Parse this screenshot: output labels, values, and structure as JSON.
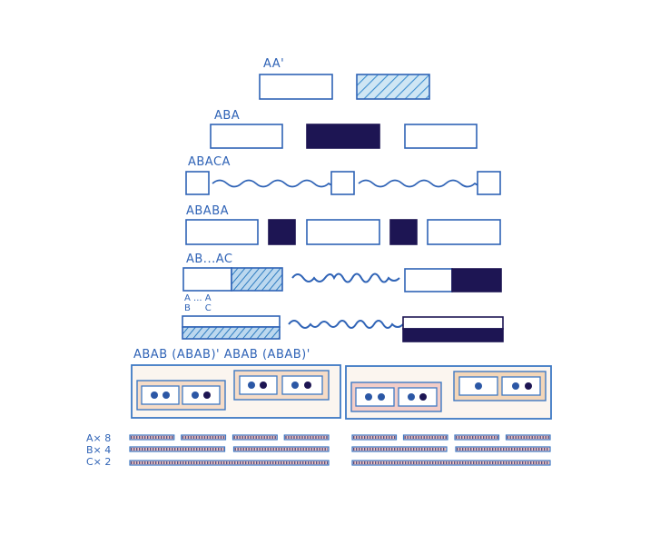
{
  "labels": {
    "row1": "AA'",
    "row2": "ABA",
    "row3": "ABACA",
    "row4": "ABABA",
    "row5": "AB...AC",
    "row6_top": "A ... A",
    "row6_bottom": "B     C",
    "row7": "ABAB (ABAB)' ABAB (ABAB)'",
    "row8_a": "A× 8",
    "row8_b": "B× 4",
    "row8_c": "C× 2"
  },
  "colors": {
    "ink": "#2f63b6",
    "navy": "#1d1553",
    "hatch": "#3d8fd0",
    "pink": "#f0c4c0",
    "peach": "#f3d6b8",
    "stripe_navy": "#262a6e",
    "stripe_blue": "#3e79c4"
  }
}
